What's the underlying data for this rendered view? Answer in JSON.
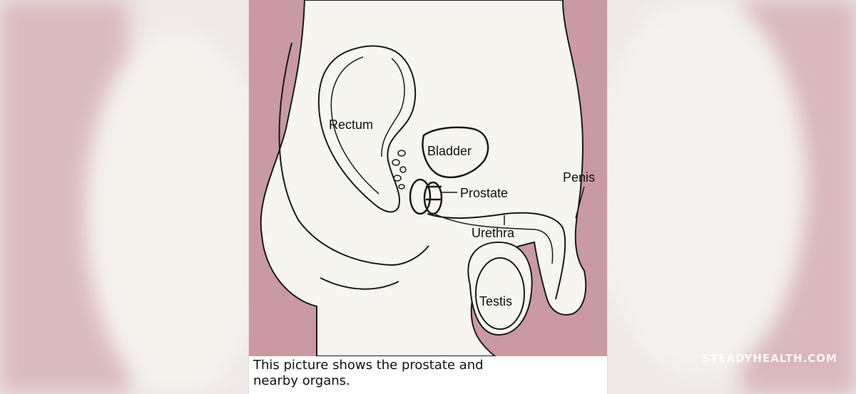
{
  "labels": {
    "rectum": "Rectum",
    "bladder": "Bladder",
    "prostate": "Prostate",
    "penis": "Penis",
    "urethra": "Urethra",
    "testis": "Testis"
  },
  "caption": {
    "line1": "This picture shows the prostate and",
    "line2": "nearby organs."
  },
  "watermark": "STEADYHEALTH.COM",
  "colors": {
    "skin_outline": "#1a1a1a",
    "tissue_pink": "#c99aa3",
    "body_fill": "#f7f5ef",
    "background": "#ece6e5"
  }
}
